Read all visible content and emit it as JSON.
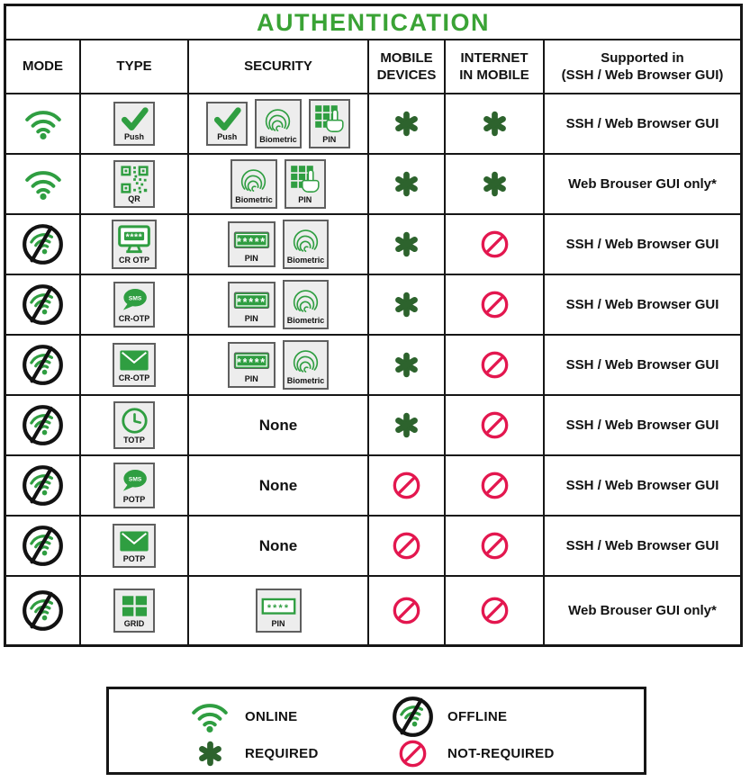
{
  "title": "AUTHENTICATION",
  "colors": {
    "green": "#2f9e41",
    "title_green": "#3aa335",
    "dark_green": "#2d632d",
    "red": "#e3174f",
    "border": "#161616"
  },
  "icons": {
    "online": "wifi-online-icon",
    "offline": "wifi-offline-icon",
    "required": "asterisk-icon",
    "not_required": "no-symbol-icon"
  },
  "table": {
    "headers": [
      "MODE",
      "TYPE",
      "SECURITY",
      "MOBILE\nDEVICES",
      "INTERNET\nIN MOBILE",
      "Supported in\n(SSH / Web Browser GUI)"
    ],
    "rows": [
      {
        "mode": "online",
        "type": [
          {
            "glyph": "check",
            "label": "Push"
          }
        ],
        "security": [
          {
            "glyph": "check",
            "label": "Push"
          },
          {
            "glyph": "fingerprint",
            "label": "Biometric"
          },
          {
            "glyph": "keypad",
            "label": "PIN"
          }
        ],
        "mobile": "required",
        "internet": "required",
        "supported": "SSH / Web Browser GUI"
      },
      {
        "mode": "online",
        "type": [
          {
            "glyph": "qr",
            "label": "QR"
          }
        ],
        "security": [
          {
            "glyph": "fingerprint",
            "label": "Biometric"
          },
          {
            "glyph": "keypad",
            "label": "PIN"
          }
        ],
        "mobile": "required",
        "internet": "required",
        "supported": "Web Brouser GUI only*"
      },
      {
        "mode": "offline",
        "type": [
          {
            "glyph": "monitor",
            "label": "CR OTP"
          }
        ],
        "security": [
          {
            "glyph": "pin-field",
            "label": "PIN"
          },
          {
            "glyph": "fingerprint",
            "label": "Biometric"
          }
        ],
        "mobile": "required",
        "internet": "not-required",
        "supported": "SSH / Web Browser GUI"
      },
      {
        "mode": "offline",
        "type": [
          {
            "glyph": "sms",
            "label": "CR-OTP"
          }
        ],
        "security": [
          {
            "glyph": "pin-field",
            "label": "PIN"
          },
          {
            "glyph": "fingerprint",
            "label": "Biometric"
          }
        ],
        "mobile": "required",
        "internet": "not-required",
        "supported": "SSH / Web Browser GUI"
      },
      {
        "mode": "offline",
        "type": [
          {
            "glyph": "mail",
            "label": "CR-OTP"
          }
        ],
        "security": [
          {
            "glyph": "pin-field",
            "label": "PIN"
          },
          {
            "glyph": "fingerprint",
            "label": "Biometric"
          }
        ],
        "mobile": "required",
        "internet": "not-required",
        "supported": "SSH / Web Browser GUI"
      },
      {
        "mode": "offline",
        "type": [
          {
            "glyph": "clock",
            "label": "TOTP"
          }
        ],
        "security": "None",
        "mobile": "required",
        "internet": "not-required",
        "supported": "SSH / Web Browser GUI"
      },
      {
        "mode": "offline",
        "type": [
          {
            "glyph": "sms",
            "label": "POTP"
          }
        ],
        "security": "None",
        "mobile": "not-required",
        "internet": "not-required",
        "supported": "SSH / Web Browser GUI"
      },
      {
        "mode": "offline",
        "type": [
          {
            "glyph": "mail",
            "label": "POTP"
          }
        ],
        "security": "None",
        "mobile": "not-required",
        "internet": "not-required",
        "supported": "SSH / Web Browser GUI"
      },
      {
        "mode": "offline",
        "type": [
          {
            "glyph": "grid",
            "label": "GRID"
          }
        ],
        "security": [
          {
            "glyph": "pin-field-outline",
            "label": "PIN"
          }
        ],
        "mobile": "not-required",
        "internet": "not-required",
        "supported": "Web Brouser GUI only*"
      }
    ]
  },
  "legend": {
    "items": [
      {
        "icon": "wifi-online",
        "label": "ONLINE"
      },
      {
        "icon": "wifi-offline",
        "label": "OFFLINE"
      },
      {
        "icon": "asterisk",
        "label": "REQUIRED"
      },
      {
        "icon": "no-symbol",
        "label": "NOT-REQUIRED"
      }
    ]
  }
}
